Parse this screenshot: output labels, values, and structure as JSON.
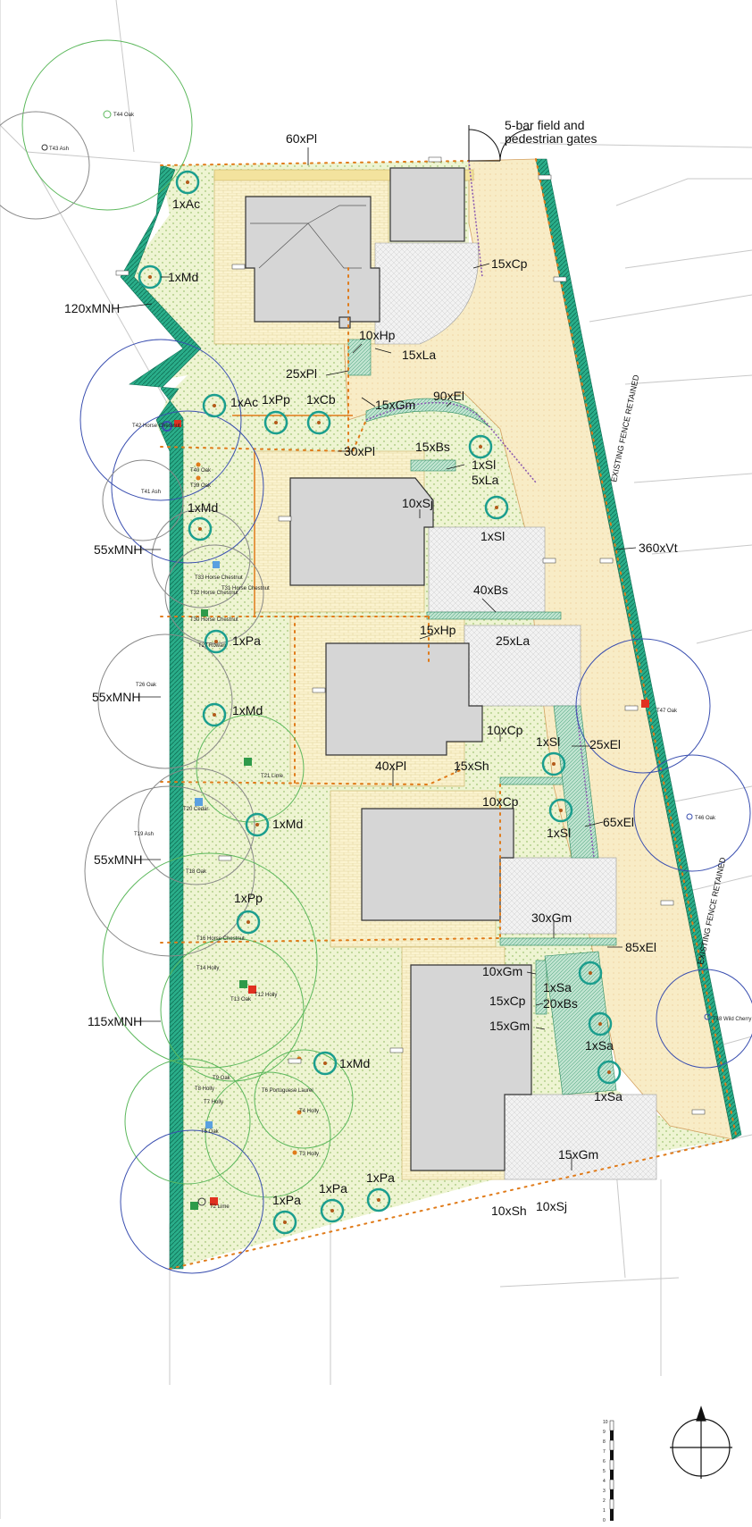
{
  "gate_note": [
    "5-bar field and",
    "pedestrian gates"
  ],
  "planting_labels": [
    "60xPl",
    "1xAc",
    "1xMd",
    "120xMNH",
    "15xCp",
    "10xHp",
    "15xLa",
    "25xPl",
    "1xAc",
    "1xPp",
    "1xCb",
    "15xGm",
    "90xEl",
    "30xPl",
    "15xBs",
    "1xSl",
    "5xLa",
    "10xSj",
    "1xMd",
    "1xSl",
    "55xMNH",
    "360xVt",
    "40xBs",
    "1xPa",
    "15xHp",
    "25xLa",
    "55xMNH",
    "1xMd",
    "10xCp",
    "1xSl",
    "25xEl",
    "40xPl",
    "15xSh",
    "10xCp",
    "1xMd",
    "1xSl",
    "65xEl",
    "55xMNH",
    "1xPp",
    "30xGm",
    "85xEl",
    "10xGm",
    "1xSa",
    "15xCp",
    "20xBs",
    "15xGm",
    "115xMNH",
    "1xSa",
    "1xMd",
    "1xSa",
    "15xGm",
    "1xPa",
    "1xPa",
    "1xPa",
    "10xSh",
    "10xSj"
  ],
  "fence_labels": [
    "EXISTING FENCE RETAINED",
    "EXISTING FENCE RETAINED"
  ],
  "tree_labels": [
    "T44 Oak",
    "T43 Ash",
    "T42 Horse Chestnut",
    "T40 Oak",
    "T39 Oak",
    "T41 Ash",
    "T33 Horse Chestnut",
    "T31 Horse Chestnut",
    "T32 Horse Chestnut",
    "T30 Horse Chestnut",
    "T27 Rowan",
    "T26 Oak",
    "T21 Lime",
    "T20 Cedar",
    "T19 Ash",
    "T18 Oak",
    "T16 Horse Chestnut",
    "T14 Holly",
    "T13 Oak",
    "T12 Holly",
    "T9 Oak",
    "T8 Holly",
    "T7 Holly",
    "T6 Portuguese Laurel",
    "T4 Holly",
    "T5 Oak",
    "T3 Holly",
    "T2 Lime",
    "T47 Oak",
    "T46 Oak",
    "T48 Wild Cherry"
  ],
  "scale_ticks": [
    "10",
    "9",
    "8",
    "7",
    "6",
    "5",
    "4",
    "3",
    "2",
    "1",
    "0"
  ],
  "colors": {
    "boundary": "#e07b1a",
    "hedge": "#2aae8a",
    "lawn": "#e8f1c8",
    "paving": "#fbf3cf",
    "driveway": "#f7ecc8",
    "building": "#d6d6d6",
    "edging": "#8855b0",
    "canopy_green": "#5cb85c",
    "canopy_blue": "#3a4fb0"
  }
}
